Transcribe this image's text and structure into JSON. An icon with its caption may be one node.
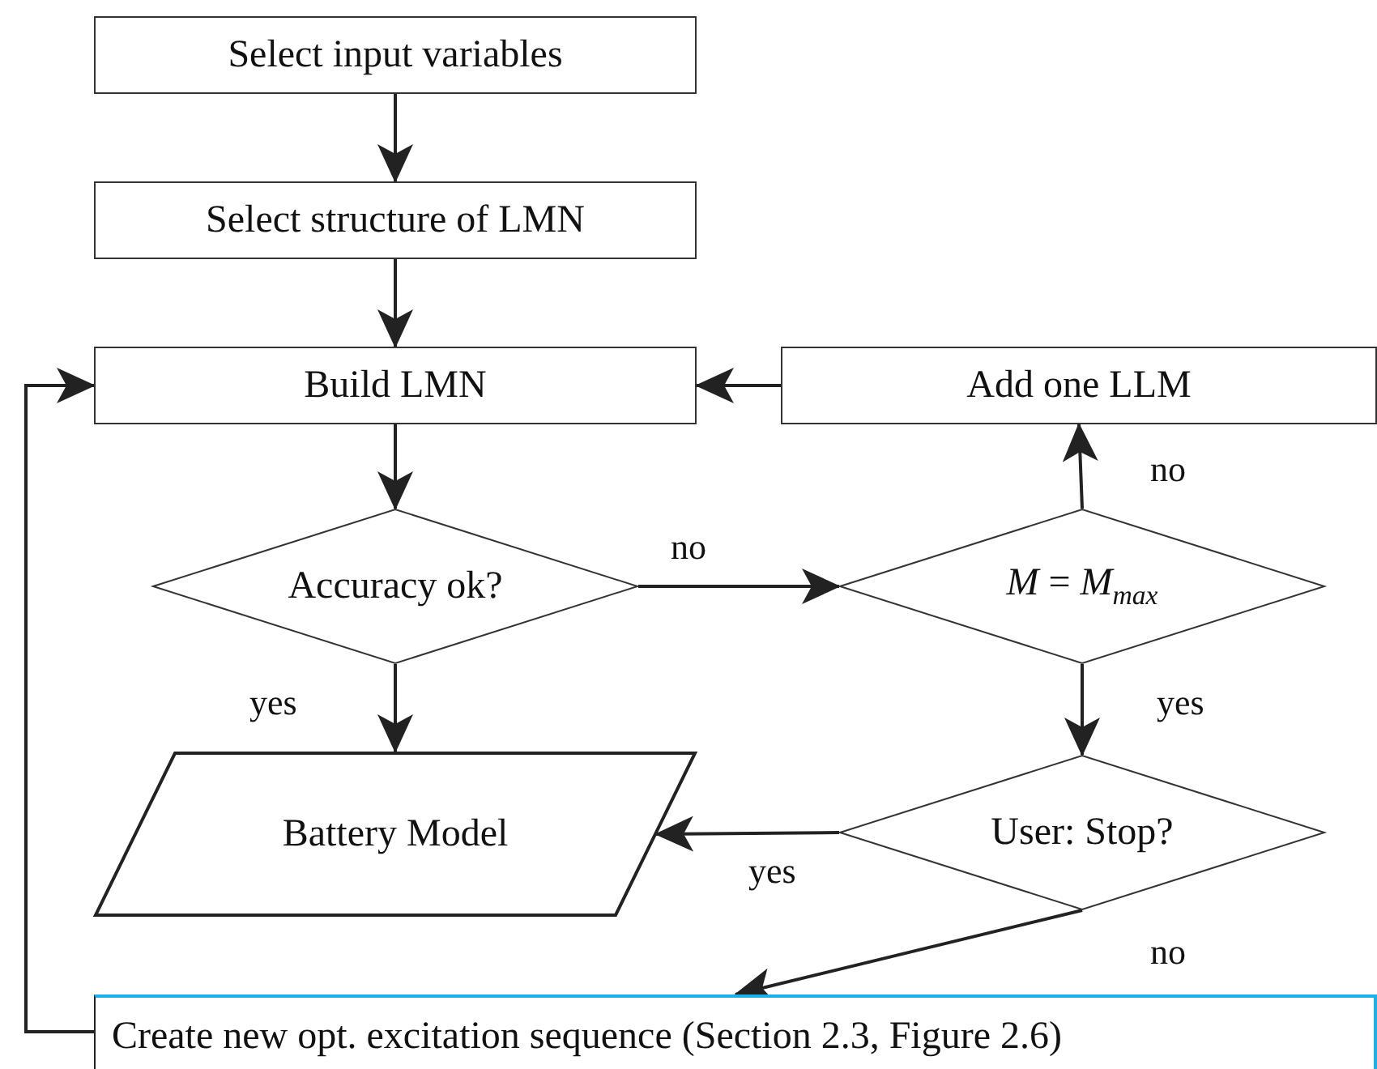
{
  "diagram": {
    "nodes": [
      {
        "text": [
          "Select input variables"
        ]
      },
      {
        "text": [
          "Select structure of LMN"
        ]
      },
      {
        "text": [
          "Build LMN"
        ]
      },
      {
        "text": [
          "Add one LLM"
        ]
      },
      {
        "text": [
          "Accuracy ok?"
        ]
      },
      {
        "text": [
          "*M* = *M*$_{max}$"
        ]
      },
      {
        "text": [
          "Battery Model"
        ]
      },
      {
        "text": [
          "User: Stop?"
        ]
      },
      {
        "text": [
          "Create new opt. excitation sequence (Section 2.3, Figure 2.6)"
        ]
      }
    ],
    "edges": [
      {
        "from": 0,
        "to": 1,
        "arrow": "to"
      },
      {
        "from": 1,
        "to": 2,
        "arrow": "to"
      },
      {
        "from": 2,
        "to": 4,
        "arrow": "to"
      },
      {
        "from": 4,
        "to": 5,
        "arrow": "to",
        "label": "no"
      },
      {
        "from": 5,
        "to": 3,
        "arrow": "to",
        "label": "no"
      },
      {
        "from": 3,
        "to": 2,
        "arrow": "to"
      },
      {
        "from": 4,
        "to": 6,
        "arrow": "to",
        "label": "yes"
      },
      {
        "from": 5,
        "to": 7,
        "arrow": "to",
        "label": "yes"
      },
      {
        "from": 7,
        "to": 6,
        "arrow": "to",
        "label": "yes"
      },
      {
        "from": 7,
        "to": 8,
        "arrow": "to",
        "label": "no"
      },
      {
        "from": 8,
        "to": 2,
        "arrow": "to"
      }
    ]
  }
}
